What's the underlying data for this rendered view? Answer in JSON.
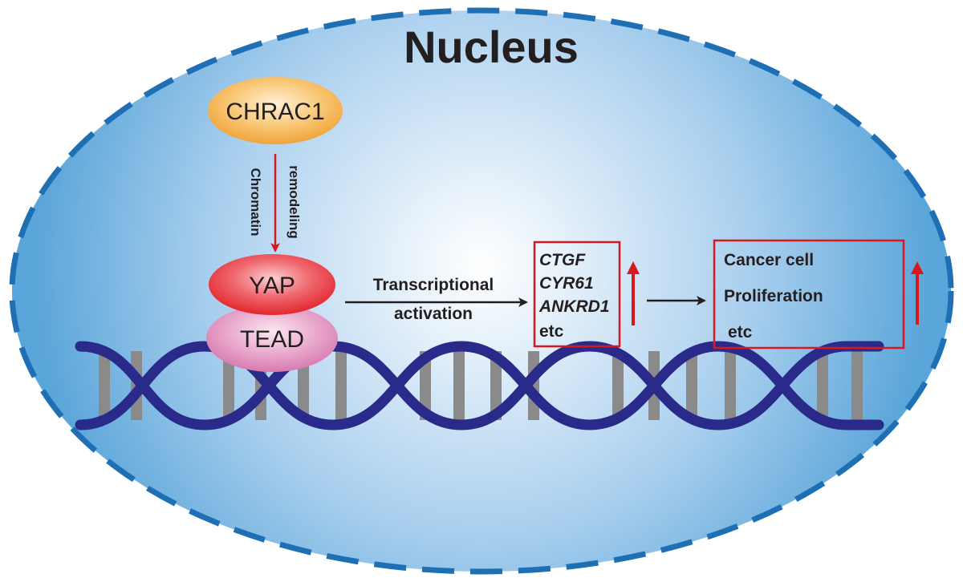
{
  "title": "Nucleus",
  "nodes": {
    "chrac1": "CHRAC1",
    "yap": "YAP",
    "tead": "TEAD"
  },
  "chromatin_label": {
    "line1": "Chromatin",
    "line2": "remodeling"
  },
  "activation_label": {
    "line1": "Transcriptional",
    "line2": "activation"
  },
  "genes": [
    "CTGF",
    "CYR61",
    "ANKRD1",
    "etc"
  ],
  "outcomes": [
    "Cancer cell",
    "Proliferation",
    "etc"
  ],
  "colors": {
    "nucleus_border": "#1f6fb5",
    "nucleus_fill_center": "#ffffff",
    "nucleus_fill_edge": "#5aa5d9",
    "chrac1": "#f3a93c",
    "yap": "#e8383f",
    "tead": "#d77bb0",
    "dna_strand": "#2a2a8a",
    "dna_rung": "#8a8a8a",
    "highlight": "#d7191f"
  }
}
